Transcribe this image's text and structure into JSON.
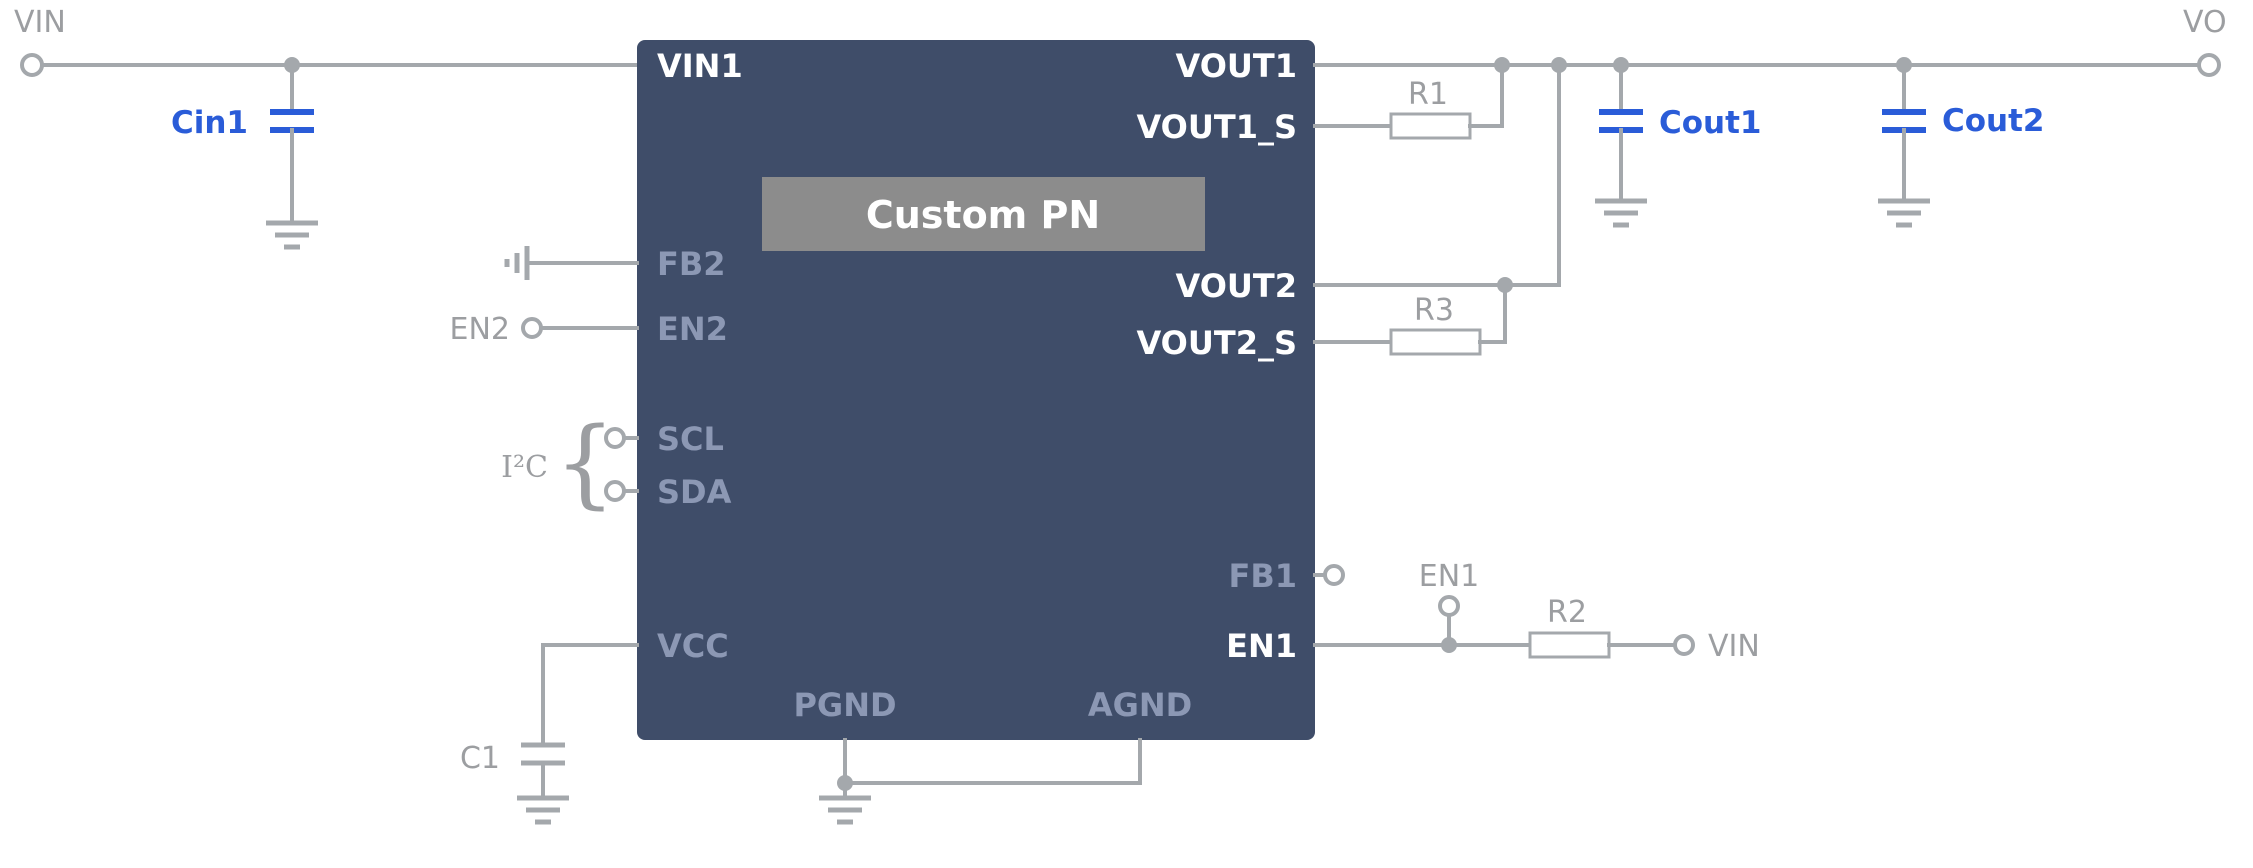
{
  "colors": {
    "wire": "#a4a8ac",
    "blue": "#2a5cd8",
    "ic": "#3f4d69",
    "pin-muted": "#8c98b4",
    "pin-bright": "#ffffff",
    "label": "#9c9ea1",
    "pn-box": "#8c8c8c"
  },
  "ic": {
    "part_label": "Custom PN",
    "pins": {
      "vin1": "VIN1",
      "vout1": "VOUT1",
      "vout1_s": "VOUT1_S",
      "vout2": "VOUT2",
      "vout2_s": "VOUT2_S",
      "fb2": "FB2",
      "en2": "EN2",
      "scl": "SCL",
      "sda": "SDA",
      "vcc": "VCC",
      "fb1": "FB1",
      "en1": "EN1",
      "pgnd": "PGND",
      "agnd": "AGND"
    }
  },
  "components": {
    "cin1": "Cin1",
    "cout1": "Cout1",
    "cout2": "Cout2",
    "r1": "R1",
    "r2": "R2",
    "r3": "R3",
    "c1": "C1"
  },
  "nets": {
    "vin_left": "VIN",
    "vout_right": "VO",
    "en2": "EN2",
    "i2c": "I²C",
    "en1": "EN1",
    "vin_en1": "VIN"
  }
}
